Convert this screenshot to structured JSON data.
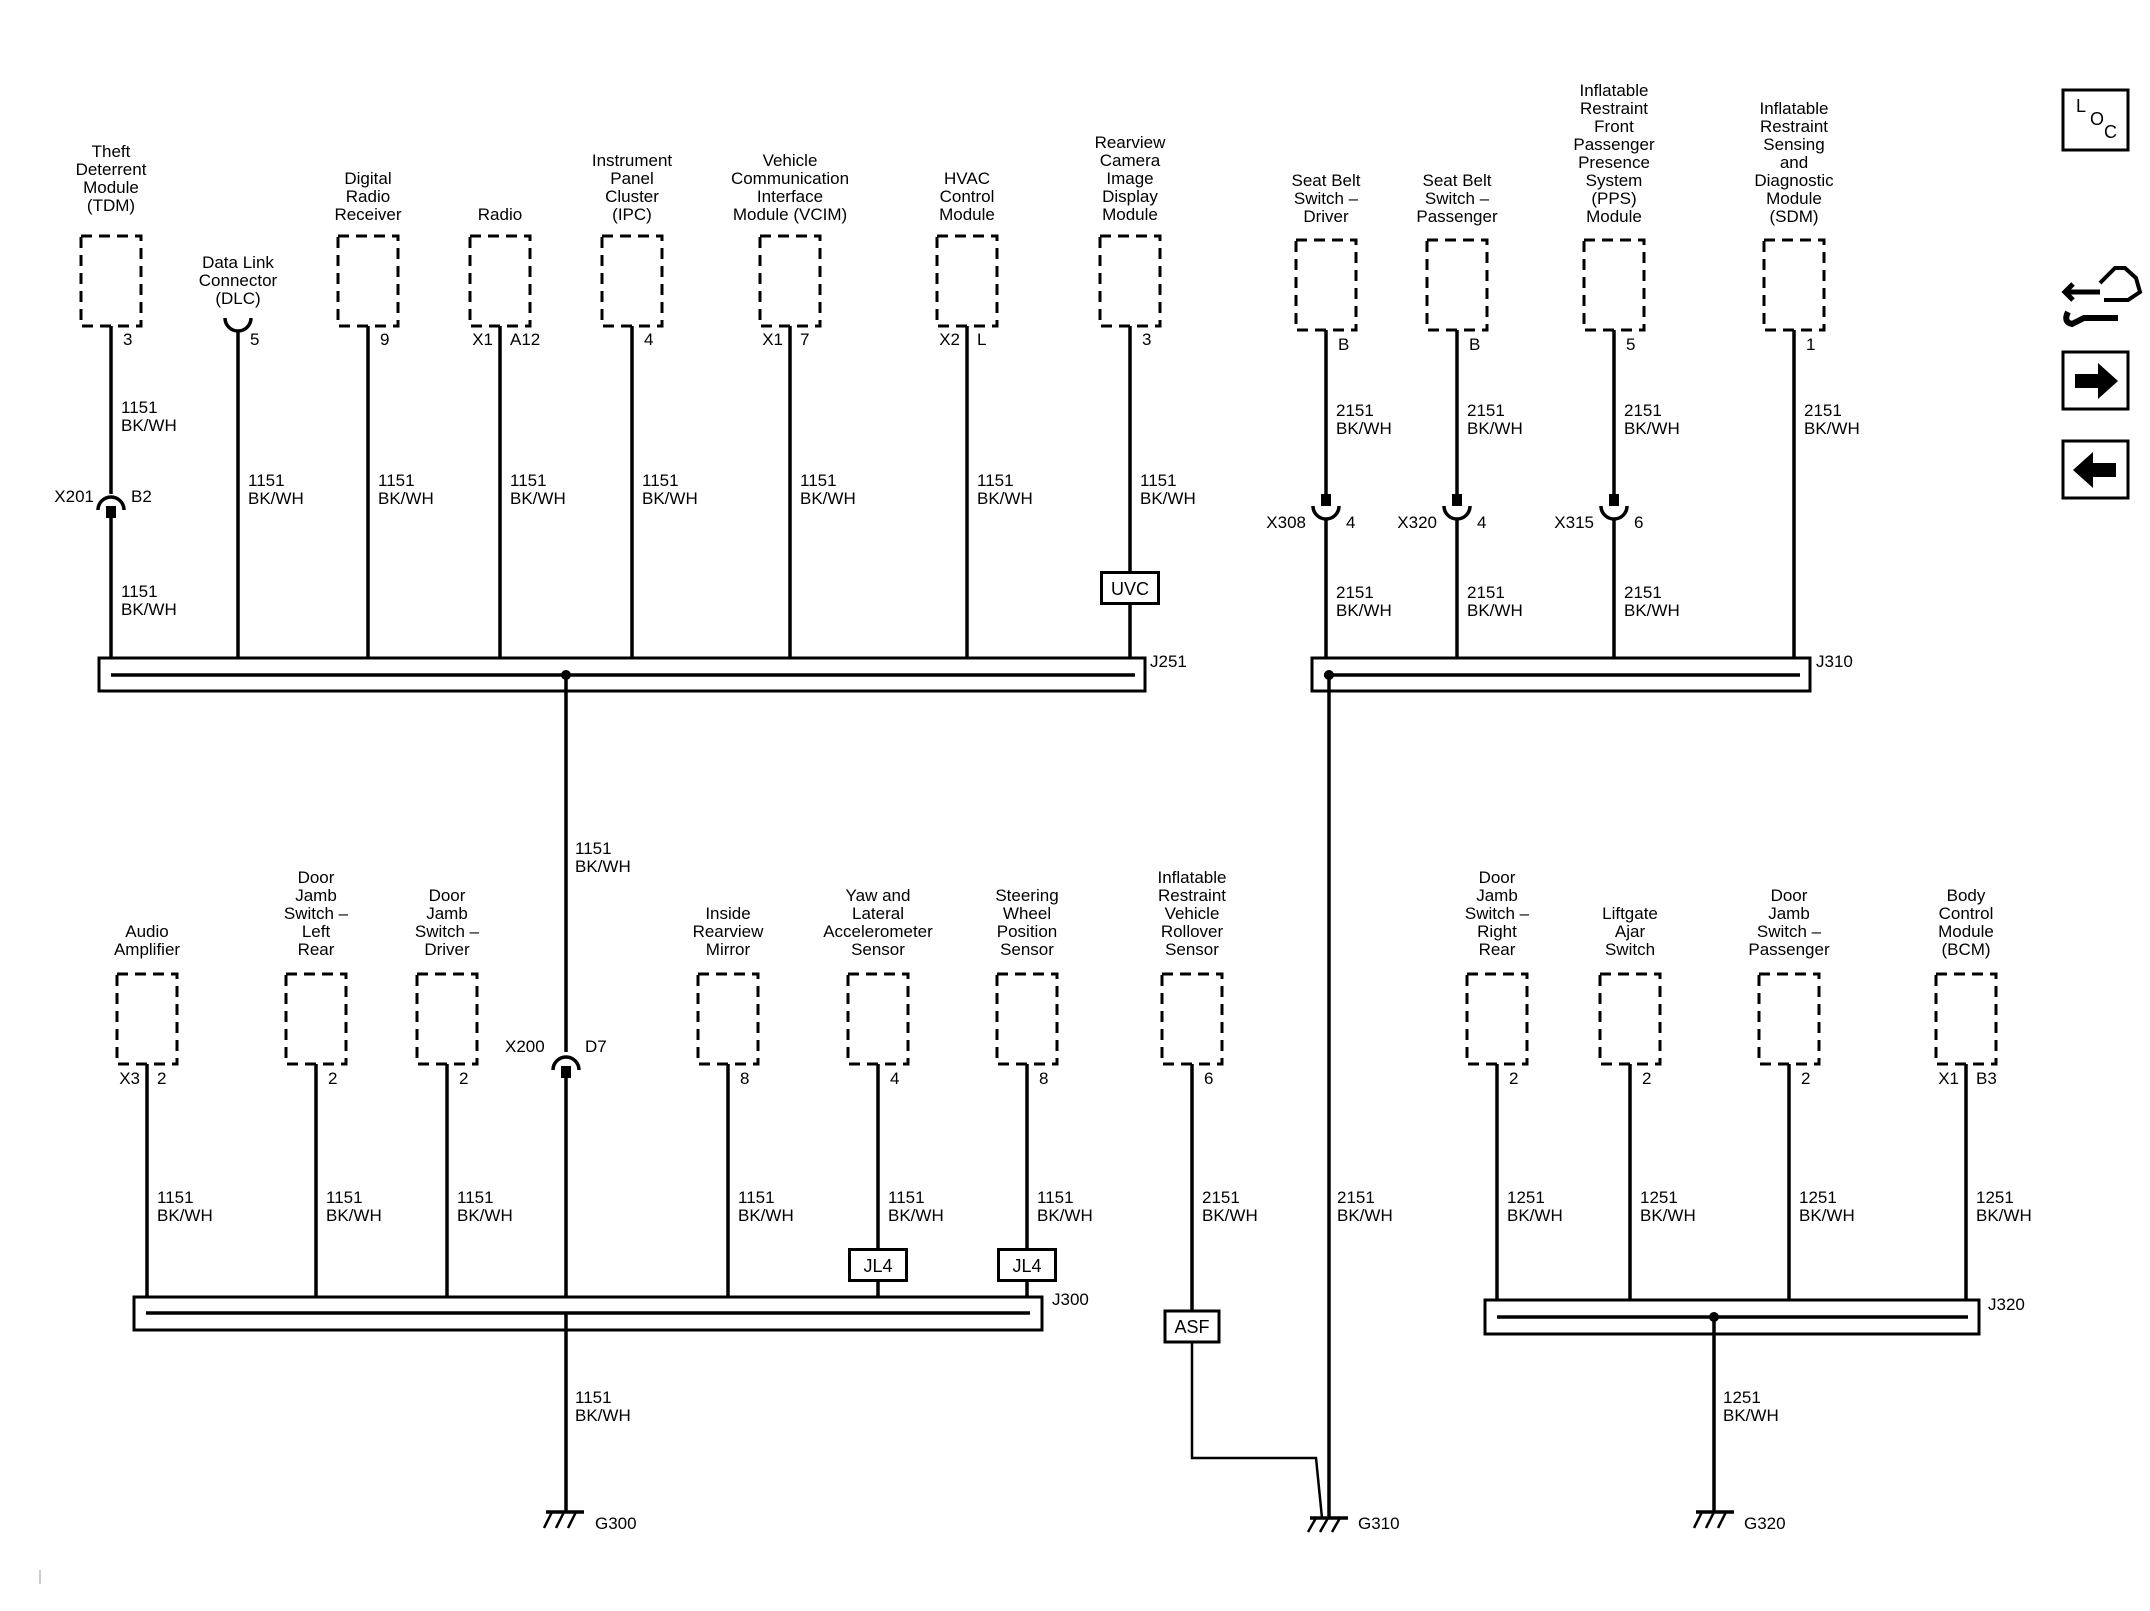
{
  "modules_top": [
    {
      "id": "tdm",
      "label": [
        "Theft",
        "Deterrent",
        "Module",
        "(TDM)"
      ],
      "pins": [
        "3"
      ],
      "wire_top": [
        "1151",
        "BK/WH"
      ],
      "wire_bottom": [
        "1151",
        "BK/WH"
      ],
      "inline": {
        "name": "X201",
        "pin": "B2"
      }
    },
    {
      "id": "dlc",
      "label": [
        "Data Link",
        "Connector",
        "(DLC)"
      ],
      "pins": [
        "5"
      ],
      "wire": [
        "1151",
        "BK/WH"
      ]
    },
    {
      "id": "drr",
      "label": [
        "Digital",
        "Radio",
        "Receiver"
      ],
      "pins": [
        "9"
      ],
      "wire": [
        "1151",
        "BK/WH"
      ]
    },
    {
      "id": "radio",
      "label": [
        "Radio"
      ],
      "pins": [
        "X1",
        "A12"
      ],
      "wire": [
        "1151",
        "BK/WH"
      ]
    },
    {
      "id": "ipc",
      "label": [
        "Instrument",
        "Panel",
        "Cluster",
        "(IPC)"
      ],
      "pins": [
        "4"
      ],
      "wire": [
        "1151",
        "BK/WH"
      ]
    },
    {
      "id": "vcim",
      "label": [
        "Vehicle",
        "Communication",
        "Interface",
        "Module (VCIM)"
      ],
      "pins": [
        "X1",
        "7"
      ],
      "wire": [
        "1151",
        "BK/WH"
      ]
    },
    {
      "id": "hvac",
      "label": [
        "HVAC",
        "Control",
        "Module"
      ],
      "pins": [
        "X2",
        "L"
      ],
      "wire": [
        "1151",
        "BK/WH"
      ]
    },
    {
      "id": "rcam",
      "label": [
        "Rearview",
        "Camera",
        "Image",
        "Display",
        "Module"
      ],
      "pins": [
        "3"
      ],
      "wire": [
        "1151",
        "BK/WH"
      ],
      "tag": "UVC"
    },
    {
      "id": "sbd",
      "label": [
        "Seat Belt",
        "Switch –",
        "Driver"
      ],
      "pins": [
        "B"
      ],
      "wire_top": [
        "2151",
        "BK/WH"
      ],
      "wire_bottom": [
        "2151",
        "BK/WH"
      ],
      "inline": {
        "name": "X308",
        "pin": "4"
      }
    },
    {
      "id": "sbp",
      "label": [
        "Seat Belt",
        "Switch –",
        "Passenger"
      ],
      "pins": [
        "B"
      ],
      "wire_top": [
        "2151",
        "BK/WH"
      ],
      "wire_bottom": [
        "2151",
        "BK/WH"
      ],
      "inline": {
        "name": "X320",
        "pin": "4"
      }
    },
    {
      "id": "pps",
      "label": [
        "Inflatable",
        "Restraint",
        "Front",
        "Passenger",
        "Presence",
        "System",
        "(PPS)",
        "Module"
      ],
      "pins": [
        "5"
      ],
      "wire_top": [
        "2151",
        "BK/WH"
      ],
      "wire_bottom": [
        "2151",
        "BK/WH"
      ],
      "inline": {
        "name": "X315",
        "pin": "6"
      }
    },
    {
      "id": "sdm",
      "label": [
        "Inflatable",
        "Restraint",
        "Sensing",
        "and",
        "Diagnostic",
        "Module",
        "(SDM)"
      ],
      "pins": [
        "1"
      ],
      "wire": [
        "2151",
        "BK/WH"
      ]
    }
  ],
  "modules_bottom": [
    {
      "id": "amp",
      "label": [
        "Audio",
        "Amplifier"
      ],
      "pins": [
        "X3",
        "2"
      ],
      "wire": [
        "1151",
        "BK/WH"
      ]
    },
    {
      "id": "djlr",
      "label": [
        "Door",
        "Jamb",
        "Switch –",
        "Left",
        "Rear"
      ],
      "pins": [
        "2"
      ],
      "wire": [
        "1151",
        "BK/WH"
      ]
    },
    {
      "id": "djd",
      "label": [
        "Door",
        "Jamb",
        "Switch –",
        "Driver"
      ],
      "pins": [
        "2"
      ],
      "wire": [
        "1151",
        "BK/WH"
      ]
    },
    {
      "id": "mirror",
      "label": [
        "Inside",
        "Rearview",
        "Mirror"
      ],
      "pins": [
        "8"
      ],
      "wire": [
        "1151",
        "BK/WH"
      ]
    },
    {
      "id": "yaw",
      "label": [
        "Yaw and",
        "Lateral",
        "Accelerometer",
        "Sensor"
      ],
      "pins": [
        "4"
      ],
      "wire": [
        "1151",
        "BK/WH"
      ],
      "tag": "JL4"
    },
    {
      "id": "sws",
      "label": [
        "Steering",
        "Wheel",
        "Position",
        "Sensor"
      ],
      "pins": [
        "8"
      ],
      "wire": [
        "1151",
        "BK/WH"
      ],
      "tag": "JL4"
    },
    {
      "id": "rollover",
      "label": [
        "Inflatable",
        "Restraint",
        "Vehicle",
        "Rollover",
        "Sensor"
      ],
      "pins": [
        "6"
      ],
      "wire": [
        "2151",
        "BK/WH"
      ],
      "tag": "ASF"
    },
    {
      "id": "djrr",
      "label": [
        "Door",
        "Jamb",
        "Switch –",
        "Right",
        "Rear"
      ],
      "pins": [
        "2"
      ],
      "wire": [
        "1251",
        "BK/WH"
      ]
    },
    {
      "id": "liftgate",
      "label": [
        "Liftgate",
        "Ajar",
        "Switch"
      ],
      "pins": [
        "2"
      ],
      "wire": [
        "1251",
        "BK/WH"
      ]
    },
    {
      "id": "djp",
      "label": [
        "Door",
        "Jamb",
        "Switch –",
        "Passenger"
      ],
      "pins": [
        "2"
      ],
      "wire": [
        "1251",
        "BK/WH"
      ]
    },
    {
      "id": "bcm",
      "label": [
        "Body",
        "Control",
        "Module",
        "(BCM)"
      ],
      "pins": [
        "X1",
        "B3"
      ],
      "wire": [
        "1251",
        "BK/WH"
      ]
    }
  ],
  "splices": {
    "j251": "J251",
    "j310": "J310",
    "j300": "J300",
    "j320": "J320"
  },
  "trunks": {
    "j251_to_j300": [
      "1151",
      "BK/WH"
    ],
    "x200": {
      "name": "X200",
      "pin": "D7"
    },
    "j300_to_g300": [
      "1151",
      "BK/WH"
    ],
    "j310_to_g310": [
      "2151",
      "BK/WH"
    ],
    "j320_to_g320": [
      "1251",
      "BK/WH"
    ]
  },
  "grounds": {
    "g300": "G300",
    "g310": "G310",
    "g320": "G320"
  },
  "side_icons": {
    "loc": {
      "text": [
        "L",
        "O",
        "C"
      ],
      "icon": "location-icon"
    },
    "harness": "harness-connector-icon",
    "next": "right-arrow-icon",
    "prev": "left-arrow-icon"
  },
  "colors": {
    "line": "#000000",
    "background": "#ffffff"
  }
}
